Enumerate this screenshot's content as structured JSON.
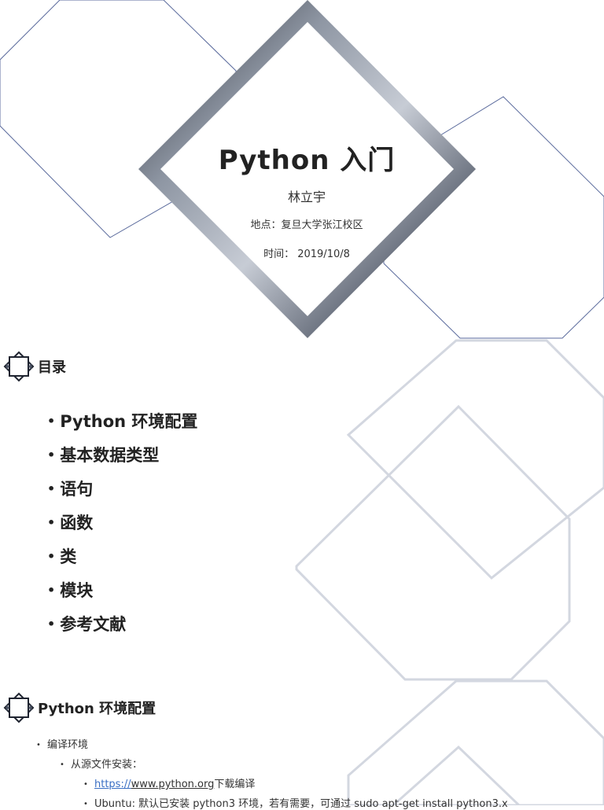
{
  "title_slide": {
    "title": "Python 入门",
    "author": "林立宇",
    "location": "地点：复旦大学张江校区",
    "date": "时间： 2019/10/8"
  },
  "toc_section": {
    "heading": "目录",
    "items": [
      {
        "label": "Python 环境配置"
      },
      {
        "label": "基本数据类型"
      },
      {
        "label": "语句"
      },
      {
        "label": "函数"
      },
      {
        "label": "类"
      },
      {
        "label": "模块"
      },
      {
        "label": "参考文献"
      }
    ]
  },
  "env_section": {
    "heading": "Python 环境配置",
    "compile_env": "编译环境",
    "source_install": "从源文件安装：",
    "download_link_scheme": "https://",
    "download_link_host": "www.python.org",
    "download_suffix": "下载编译",
    "ubuntu_note": "Ubuntu:  默认已安装 python3 环境，若有需要，可通过 sudo apt-get install python3.x"
  },
  "colors": {
    "outline_blue": "#5a6a9c",
    "outline_gray": "#d3d7e0",
    "link_blue": "#3a6fc4"
  }
}
